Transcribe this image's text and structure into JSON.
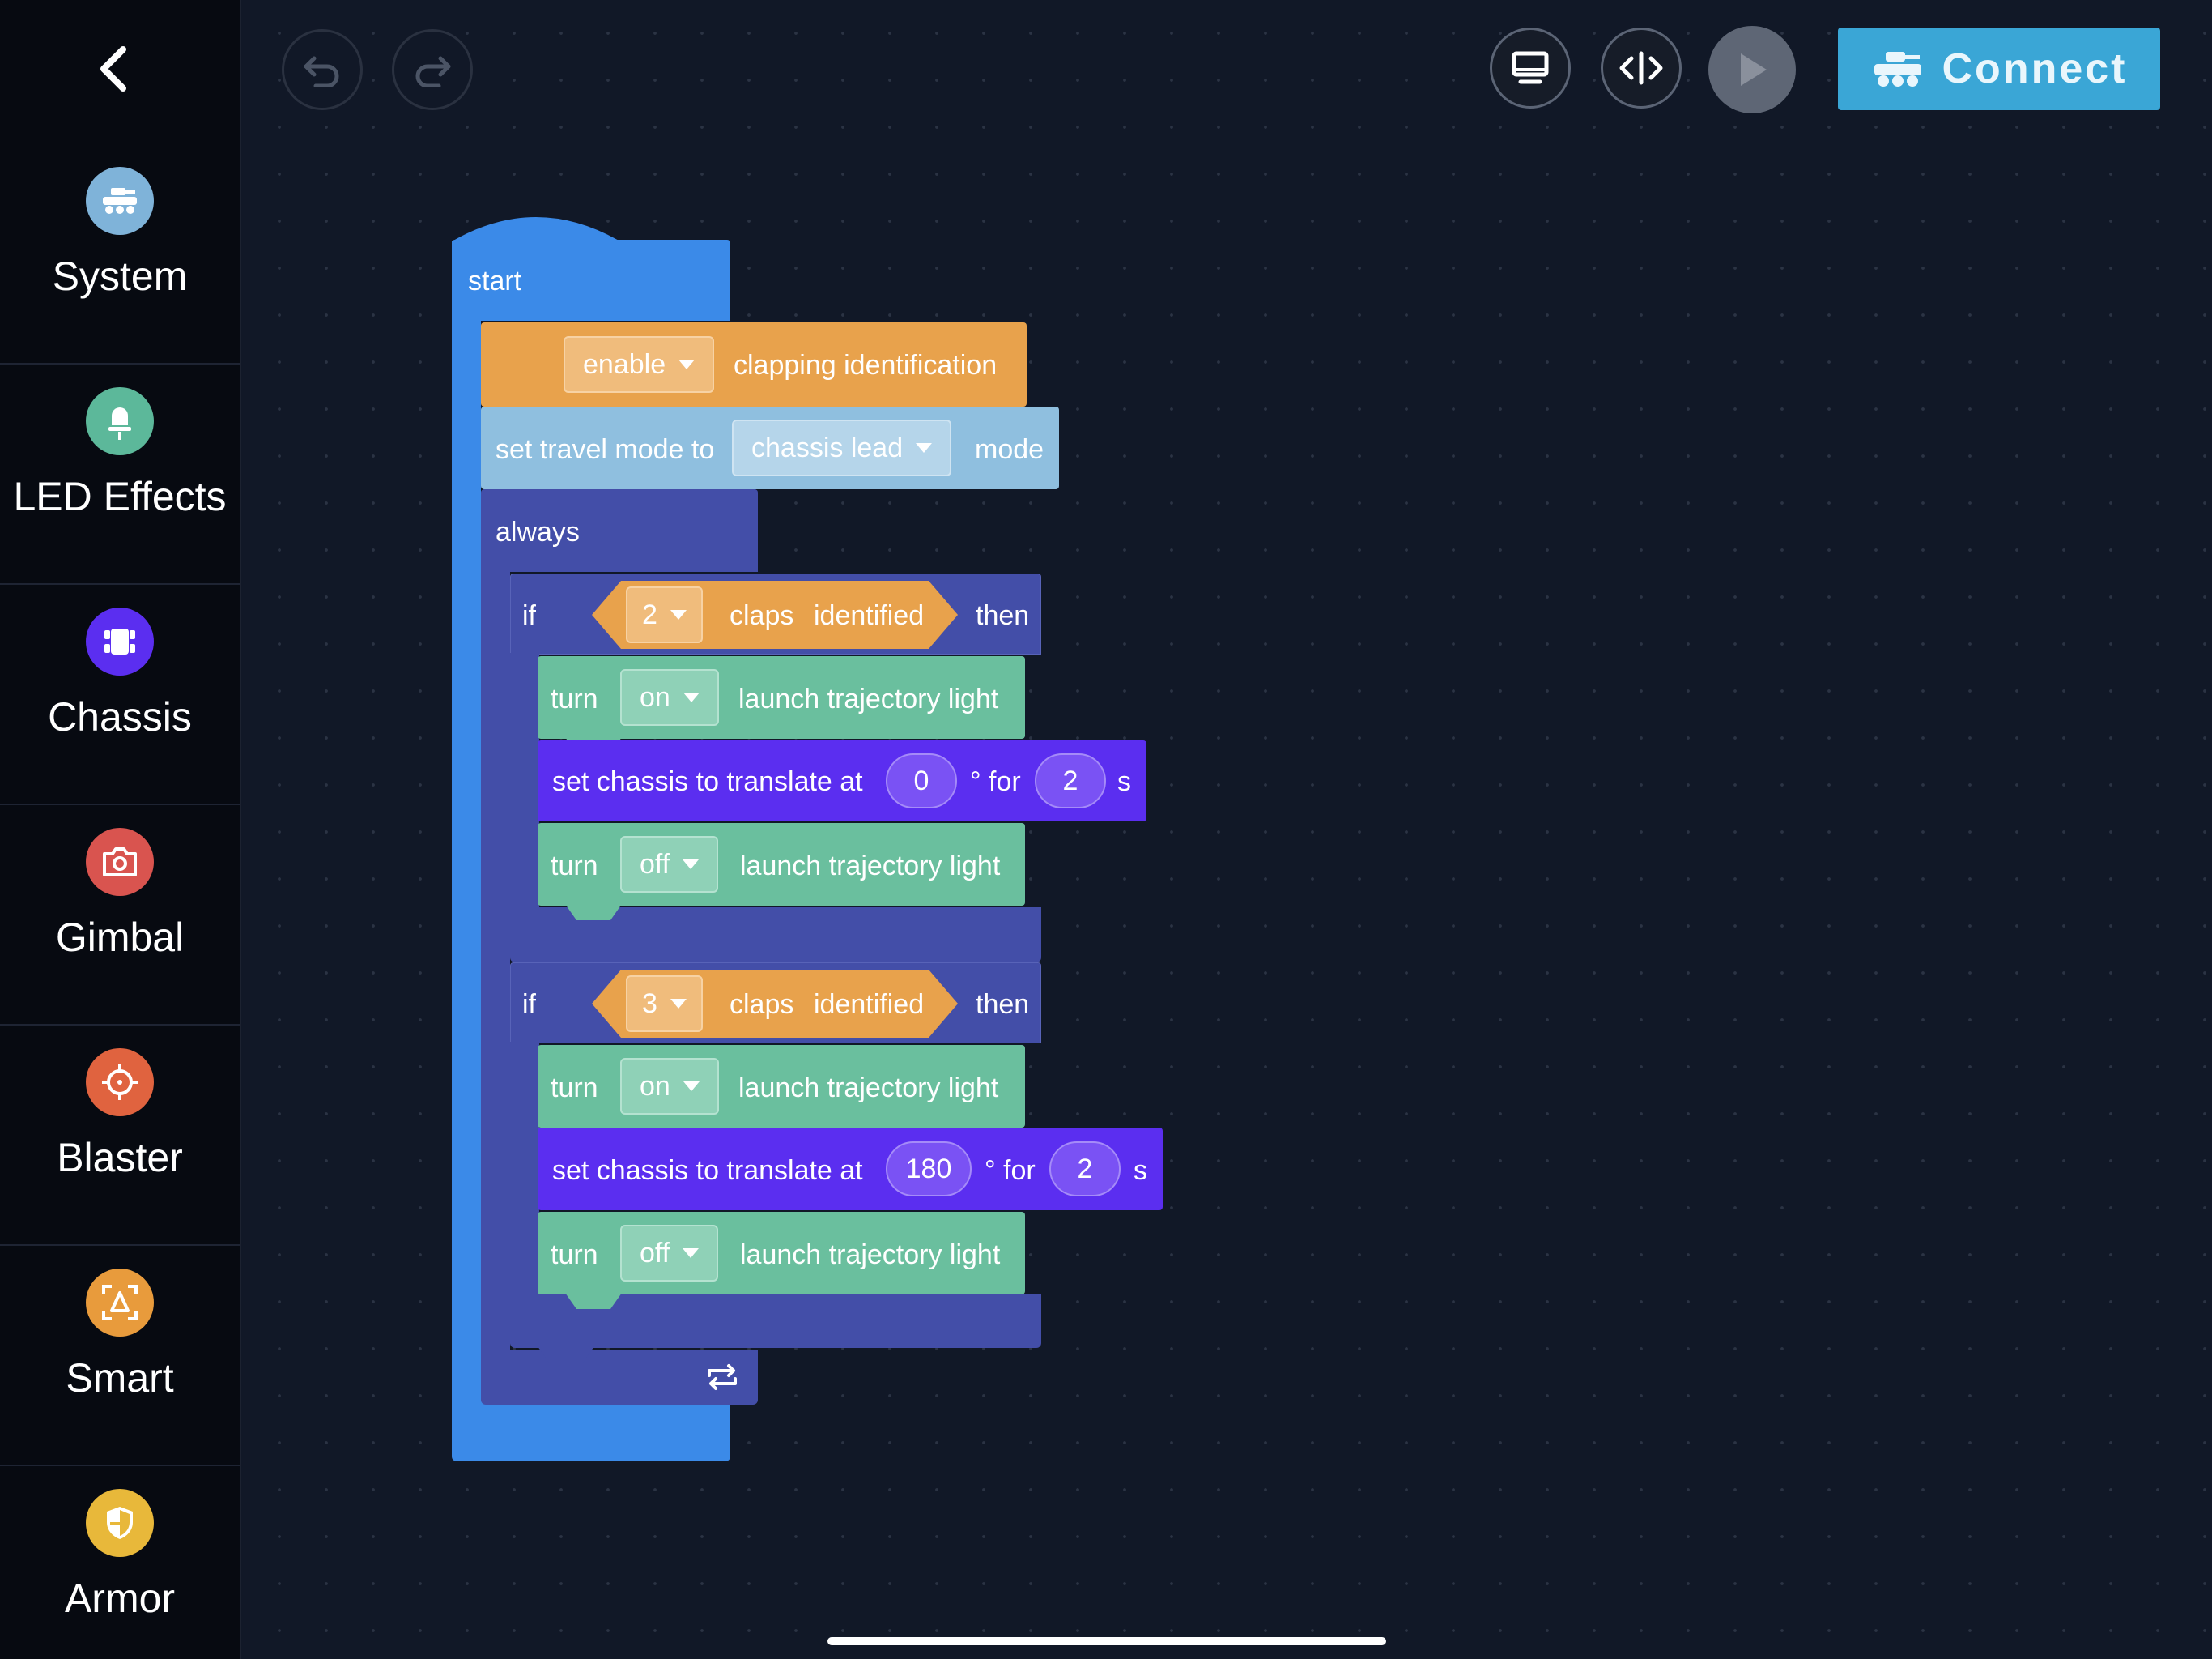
{
  "sidebar": {
    "categories": [
      {
        "label": "System",
        "icon": "system-icon",
        "color": "#7fb3d9"
      },
      {
        "label": "LED Effects",
        "icon": "led-icon",
        "color": "#5cb89a"
      },
      {
        "label": "Chassis",
        "icon": "chassis-icon",
        "color": "#5b2ef0"
      },
      {
        "label": "Gimbal",
        "icon": "camera-icon",
        "color": "#d9544f"
      },
      {
        "label": "Blaster",
        "icon": "crosshair-icon",
        "color": "#e0633f"
      },
      {
        "label": "Smart",
        "icon": "scan-icon",
        "color": "#e89b3c"
      },
      {
        "label": "Armor",
        "icon": "shield-icon",
        "color": "#e8b83a"
      }
    ]
  },
  "toolbar": {
    "connect_label": "Connect"
  },
  "colors": {
    "start": "#3b8ae8",
    "orange": "#e8a24c",
    "lightblue": "#8fbfdf",
    "control": "#434ea8",
    "teal": "#6abf9e",
    "purple": "#5b2ef0"
  },
  "program": {
    "start_label": "start",
    "enable_block": {
      "option": "enable",
      "text": "clapping identification"
    },
    "travel_block": {
      "prefix": "set travel mode to",
      "option": "chassis lead",
      "suffix": "mode"
    },
    "always_label": "always",
    "if_blocks": [
      {
        "if_label": "if",
        "claps": "2",
        "claps_word": "claps",
        "identified_word": "identified",
        "then_label": "then",
        "turn_on": {
          "turn": "turn",
          "option": "on",
          "text": "launch trajectory light"
        },
        "translate": {
          "prefix": "set chassis to translate at",
          "angle": "0",
          "for_label": "° for",
          "seconds": "2",
          "unit": "s"
        },
        "turn_off": {
          "turn": "turn",
          "option": "off",
          "text": "launch trajectory light"
        }
      },
      {
        "if_label": "if",
        "claps": "3",
        "claps_word": "claps",
        "identified_word": "identified",
        "then_label": "then",
        "turn_on": {
          "turn": "turn",
          "option": "on",
          "text": "launch trajectory light"
        },
        "translate": {
          "prefix": "set chassis to translate at",
          "angle": "180",
          "for_label": "° for",
          "seconds": "2",
          "unit": "s"
        },
        "turn_off": {
          "turn": "turn",
          "option": "off",
          "text": "launch trajectory light"
        }
      }
    ]
  }
}
